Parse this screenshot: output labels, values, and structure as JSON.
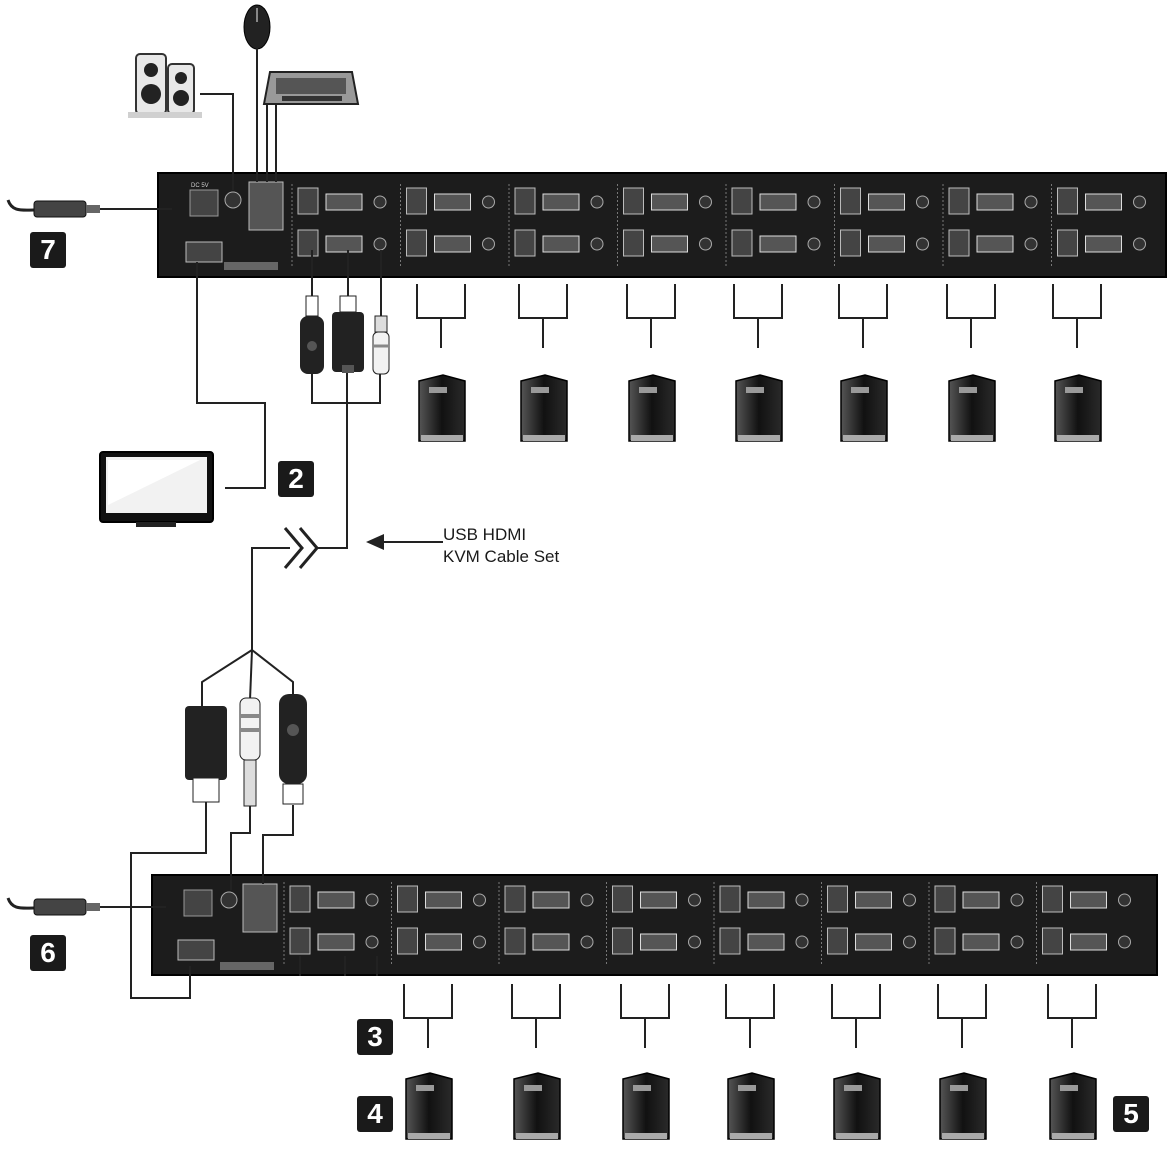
{
  "callouts": {
    "power_top": "7",
    "monitor": "2",
    "power_bottom": "6",
    "cables": "3",
    "computers": "4",
    "last_computer": "5"
  },
  "annotation": {
    "line1": "USB HDMI",
    "line2": "KVM Cable Set"
  },
  "colors": {
    "panel": "#1c1c1c",
    "line": "#222222",
    "callout": "#1a1a1a"
  }
}
